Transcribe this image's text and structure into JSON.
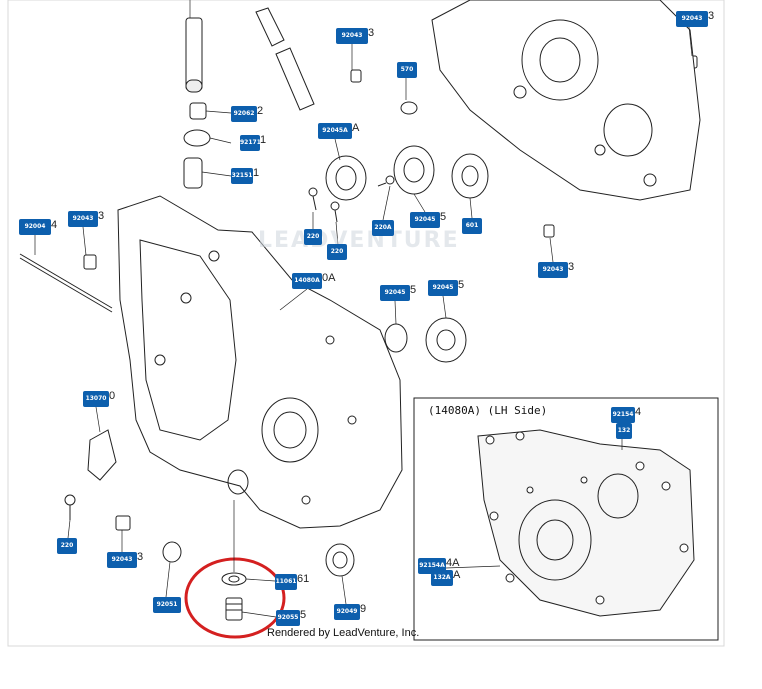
{
  "inset": {
    "title": "(14080A)  (LH Side)"
  },
  "footer": {
    "rendered_by": "Rendered by LeadVenture, Inc."
  },
  "watermark": {
    "text": "LEADVENTURE"
  },
  "colors": {
    "tag": "#0d5fad",
    "highlight_circle": "#d42020",
    "line": "#222222"
  },
  "tags": {
    "t92043a": "92043",
    "t92043a_sfx": "3",
    "t92043b": "92043",
    "t92043b_sfx": "3",
    "t570": "570",
    "t92062": "92062",
    "t92062_sfx": "2",
    "t92171": "92171",
    "t92171_sfx": "1",
    "t32151": "32151",
    "t32151_sfx": "1",
    "t92045A": "92045A",
    "t92045A_sfx": "A",
    "t92004": "92004",
    "t92004_sfx": "4",
    "t92043c": "92043",
    "t92043c_sfx": "3",
    "t220a": "220",
    "t220b": "220",
    "t220A": "220A",
    "t92045a": "92045",
    "t92045a_sfx": "5",
    "t601": "601",
    "t92043d": "92043",
    "t92043d_sfx": "3",
    "t14080A": "14080A",
    "t14080A_sfx": "0A",
    "t92045b": "92045",
    "t92045b_sfx": "5",
    "t92045c": "92045",
    "t92045c_sfx": "5",
    "t13070": "13070",
    "t13070_sfx": "0",
    "t92154": "92154",
    "t92154_sfx": "4",
    "t132": "132",
    "t220c": "220",
    "t92043e": "92043",
    "t92043e_sfx": "3",
    "t92051": "92051",
    "t11061": "11061",
    "t11061_sfx": "61",
    "t92055": "92055",
    "t92055_sfx": "5",
    "t92049": "92049",
    "t92049_sfx": "9",
    "t92154A": "92154A",
    "t92154A_sfx": "4A",
    "t132A": "132A",
    "t132A_sfx": "A"
  }
}
